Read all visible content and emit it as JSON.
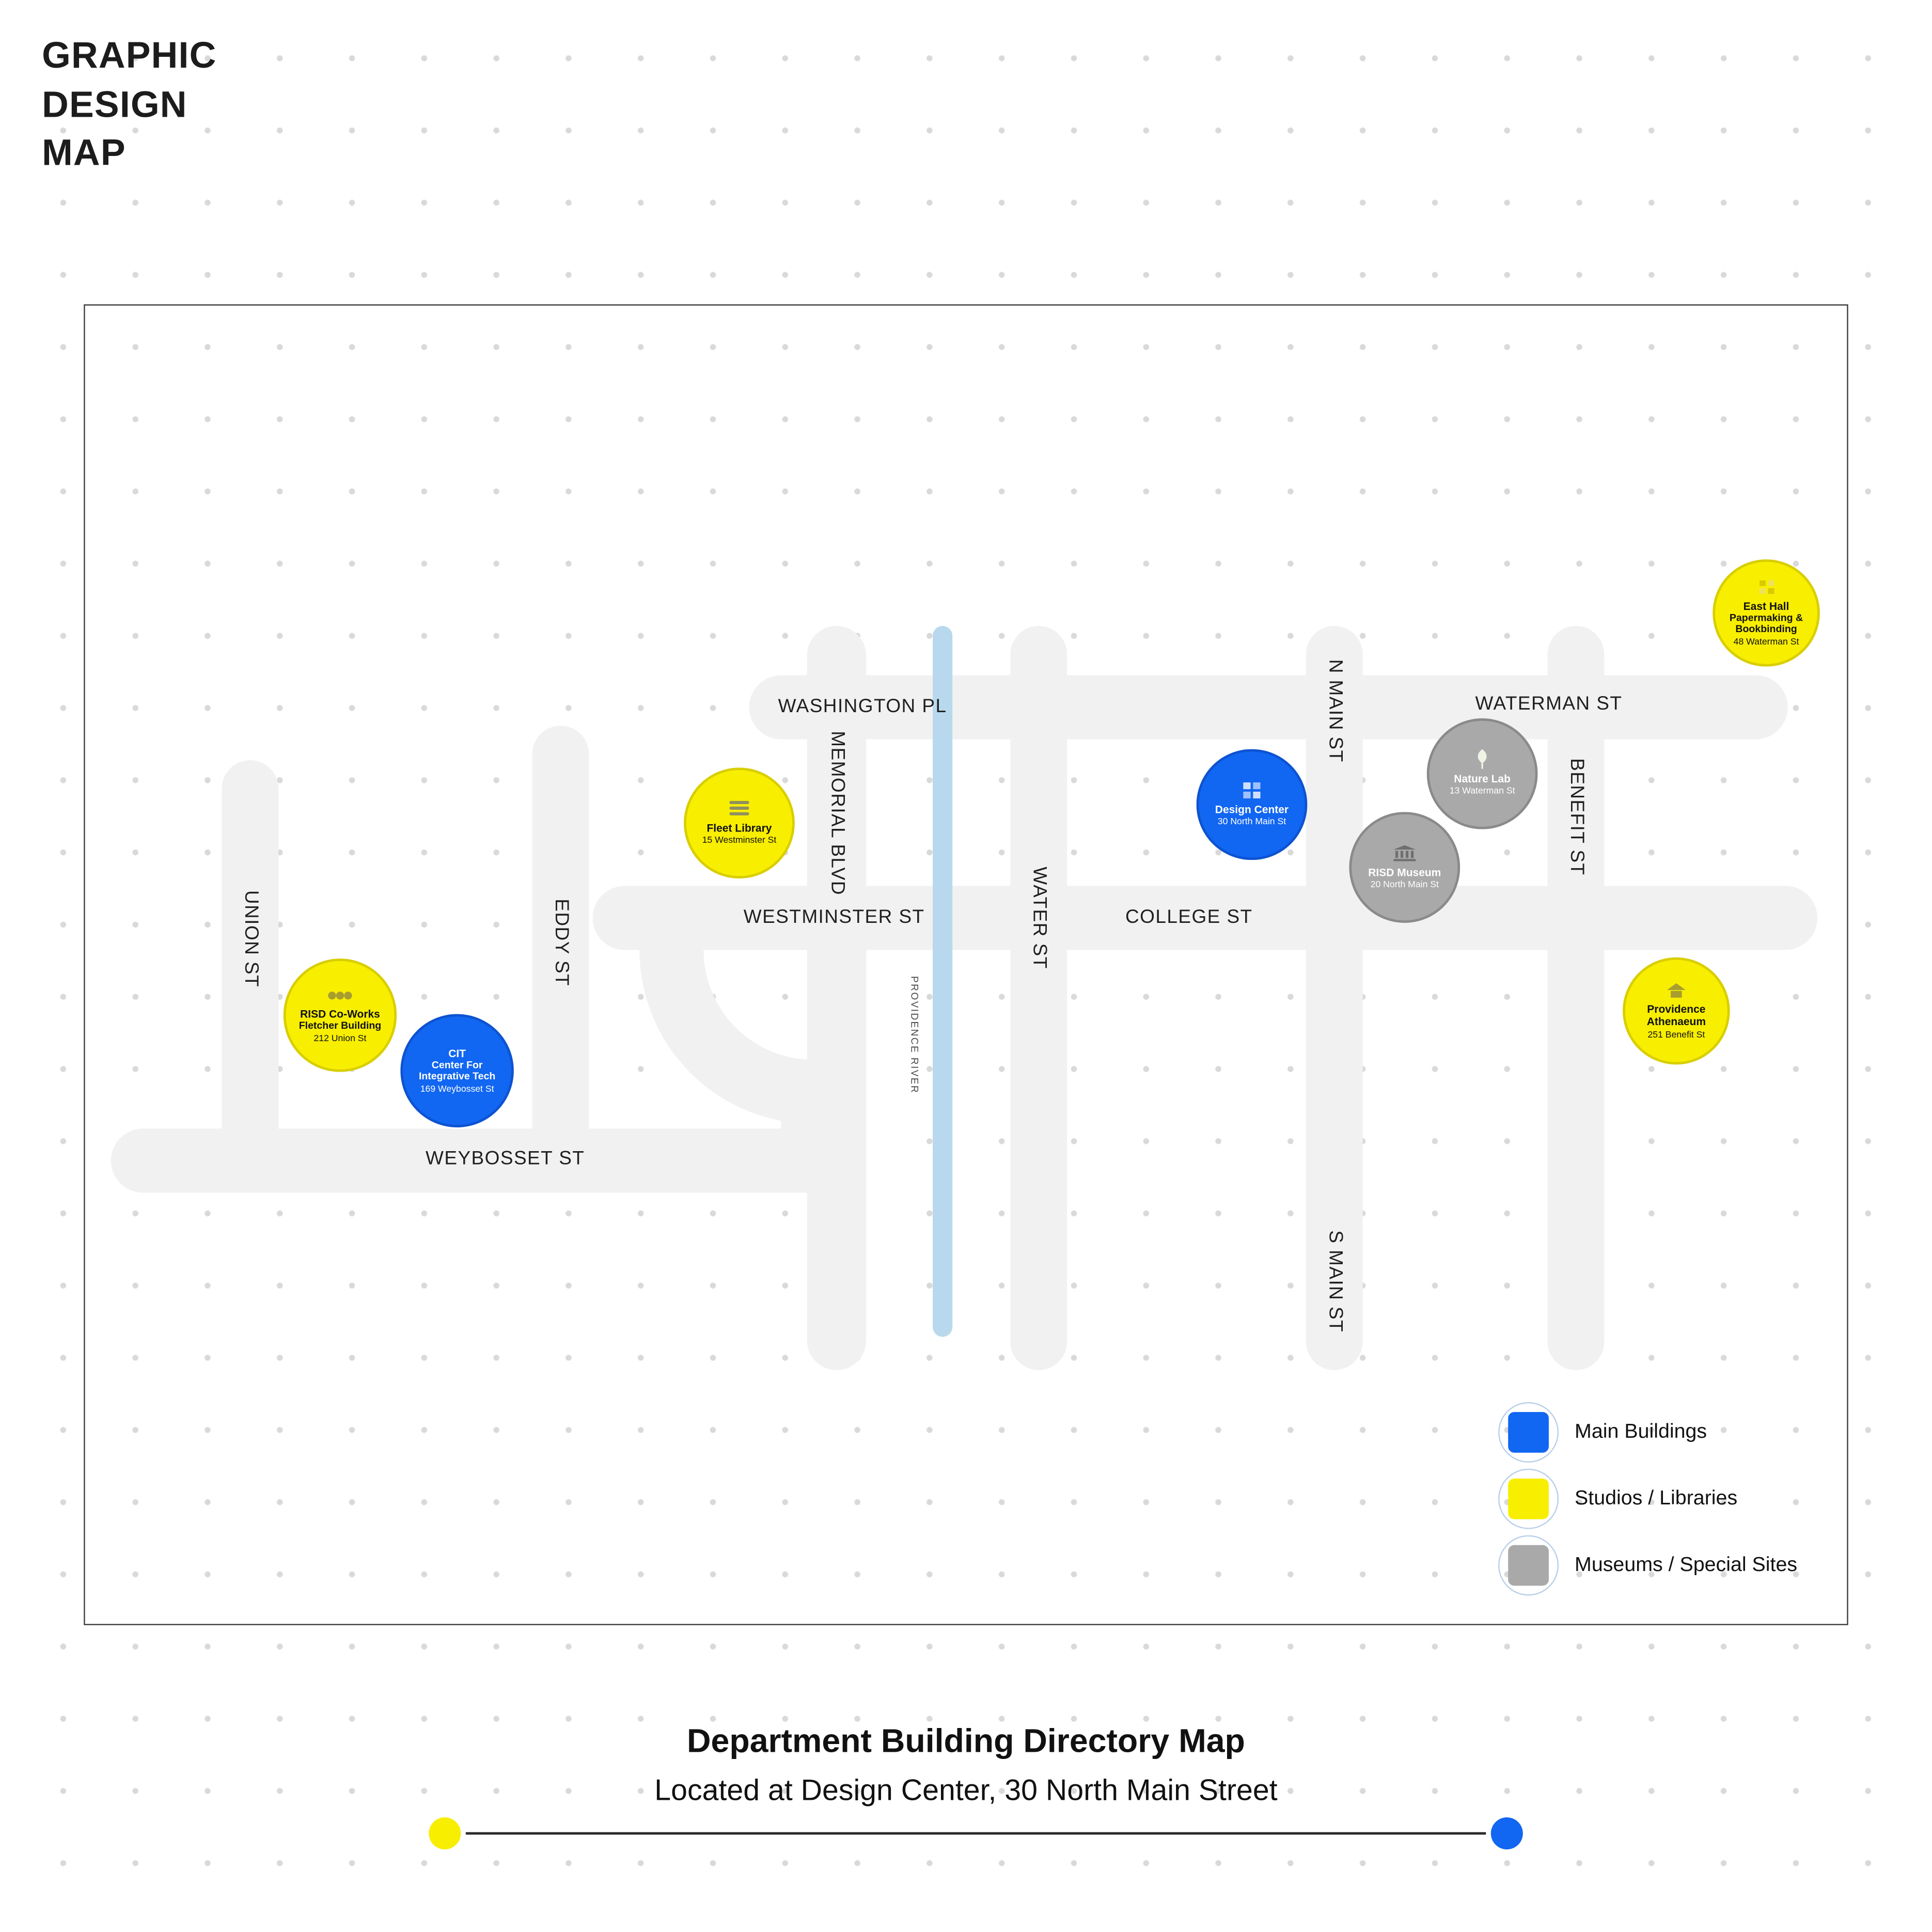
{
  "colors": {
    "main": "#1166f2",
    "studio": "#f8ee00",
    "museum": "#a9a9a9",
    "street": "#f1f1f1",
    "river": "#b8d9ed"
  },
  "logo": {
    "lines": [
      "GRAPHIC",
      "DESIGN",
      "MAP"
    ]
  },
  "streets": {
    "washington_pl": "WASHINGTON PL",
    "waterman_st": "WATERMAN ST",
    "westminster_st": "WESTMINSTER ST",
    "college_st": "COLLEGE ST",
    "weybosset_st": "WEYBOSSET ST",
    "union_st": "UNION ST",
    "eddy_st": "EDDY ST",
    "memorial_blvd": "MEMORIAL BLVD",
    "water_st": "WATER ST",
    "n_main_st": "N MAIN ST",
    "s_main_st": "S MAIN ST",
    "benefit_st": "BENEFIT ST",
    "providence_river": "PROVIDENCE RIVER"
  },
  "buildings": [
    {
      "name": "Fleet Library",
      "address": "15 Westminster St",
      "type": "studio"
    },
    {
      "name": "Design Center",
      "address": "30 North Main St",
      "type": "main"
    },
    {
      "name": "Nature Lab",
      "address": "13 Waterman St",
      "type": "museum"
    },
    {
      "name": "RISD Museum",
      "address": "20 North Main St",
      "type": "museum"
    },
    {
      "name": "East Hall",
      "sub": "Papermaking & Bookbinding",
      "address": "48 Waterman St",
      "type": "studio"
    },
    {
      "name": "Providence Athenaeum",
      "address": "251 Benefit St",
      "type": "studio"
    },
    {
      "name": "RISD Co-Works",
      "sub": "Fletcher Building",
      "address": "212 Union St",
      "type": "studio"
    },
    {
      "name": "CIT",
      "sub": "Center For Integrative Tech",
      "address": "169 Weybosset St",
      "type": "main"
    }
  ],
  "legend": {
    "items": [
      {
        "label": "Main Buildings",
        "type": "main"
      },
      {
        "label": "Studios / Libraries",
        "type": "studio"
      },
      {
        "label": "Museums / Special Sites",
        "type": "museum"
      }
    ]
  },
  "footer": {
    "title": "Department Building Directory Map",
    "subtitle": "Located at Design Center, 30 North Main Street"
  }
}
